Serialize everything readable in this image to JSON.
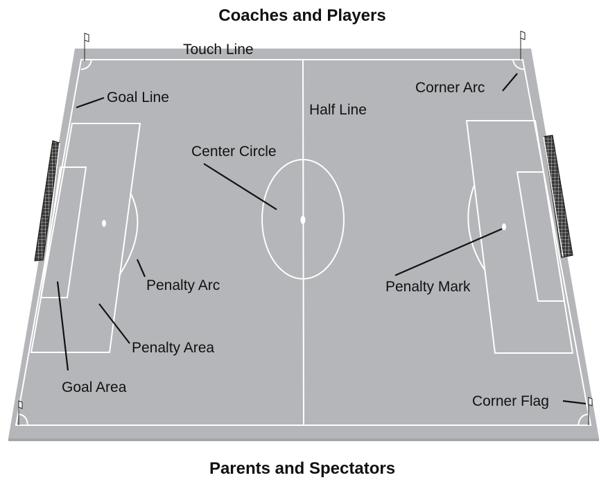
{
  "titles": {
    "top": "Coaches and Players",
    "bottom": "Parents and Spectators"
  },
  "labels": {
    "touch_line": "Touch Line",
    "goal_line": "Goal Line",
    "half_line": "Half Line",
    "corner_arc": "Corner Arc",
    "center_circle": "Center Circle",
    "penalty_arc": "Penalty Arc",
    "penalty_mark": "Penalty Mark",
    "penalty_area": "Penalty Area",
    "goal_area": "Goal Area",
    "corner_flag": "Corner Flag"
  },
  "colors": {
    "field": "#b5b6b9",
    "field_edge": "#a4a5a8",
    "lines": "#ffffff",
    "text": "#111111",
    "goal_net": "#2b2b2b"
  }
}
